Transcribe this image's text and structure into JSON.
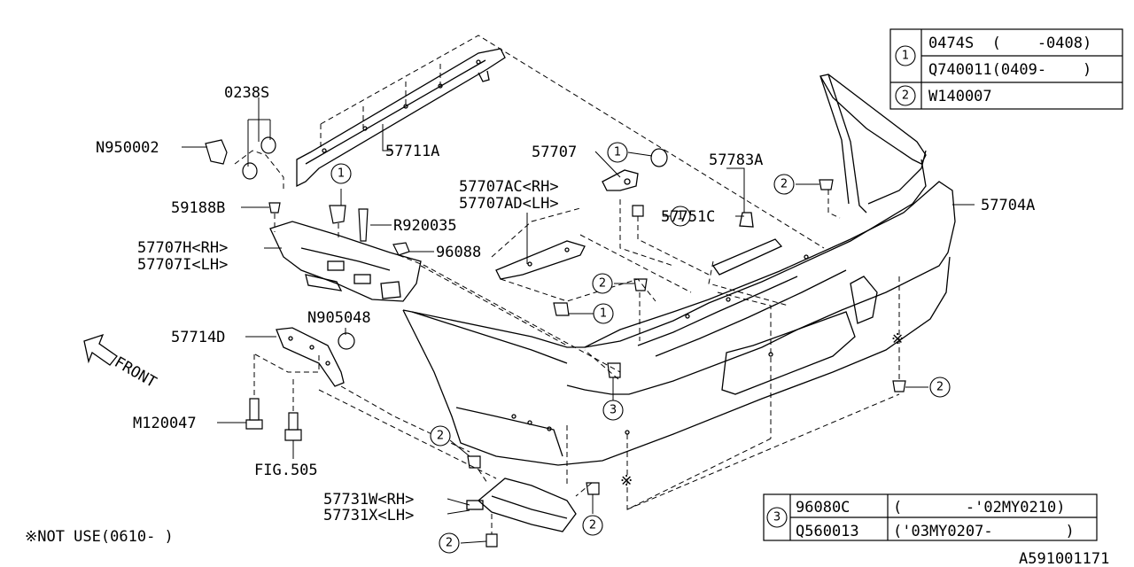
{
  "parts": {
    "p0238s": "0238S",
    "pN950002": "N950002",
    "p57711a": "57711A",
    "p57707": "57707",
    "p57783a": "57783A",
    "p57704a": "57704A",
    "p57707ac": "57707AC<RH>",
    "p57707ad": "57707AD<LH>",
    "p59188b": "59188B",
    "pR920035": "R920035",
    "p57751c": "57751C",
    "p57707h": "57707H<RH>",
    "p57707i": "57707I<LH>",
    "p96088": "96088",
    "pN905048": "N905048",
    "p57714d": "57714D",
    "pM120047": "M120047",
    "pFig505": "FIG.505",
    "p57731w": "57731W<RH>",
    "p57731x": "57731X<LH>"
  },
  "front_label": "FRONT",
  "note": "※NOT USE(0610-    )",
  "diagram_id": "A591001171",
  "star_mark": "※",
  "callout_numbers": [
    "1",
    "2",
    "3"
  ],
  "legend_top": [
    {
      "num": "1",
      "rows": [
        "0474S  (    -0408)",
        "Q740011(0409-    )"
      ]
    },
    {
      "num": "2",
      "rows": [
        "W140007"
      ]
    }
  ],
  "legend_bottom": {
    "num": "3",
    "rows": [
      {
        "part": "96080C",
        "range": "(       -'02MY0210)"
      },
      {
        "part": "Q560013",
        "range": "('03MY0207-        )"
      }
    ]
  }
}
